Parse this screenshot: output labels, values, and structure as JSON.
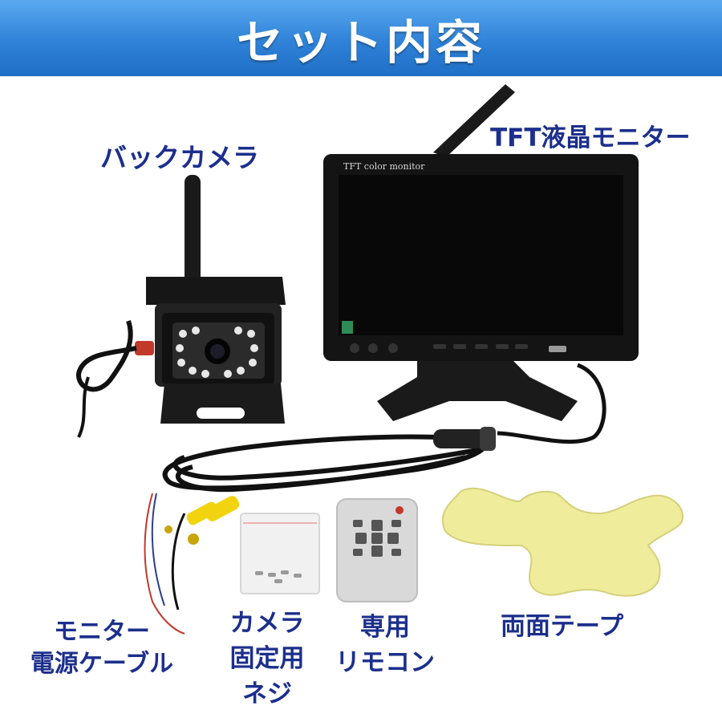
{
  "header": {
    "title": "セット内容"
  },
  "items": {
    "camera": "バックカメラ",
    "monitor": "TFT液晶モニター",
    "monitor_brand": "TFT color monitor",
    "cable": [
      "モニター",
      "電源ケーブル"
    ],
    "mount_screws": [
      "カメラ",
      "固定用",
      "ネジ"
    ],
    "remote": [
      "専用",
      "リモコン"
    ],
    "tape": "両面テープ"
  },
  "colors": {
    "banner": "#2f82d8",
    "label": "#1c2f8c"
  }
}
